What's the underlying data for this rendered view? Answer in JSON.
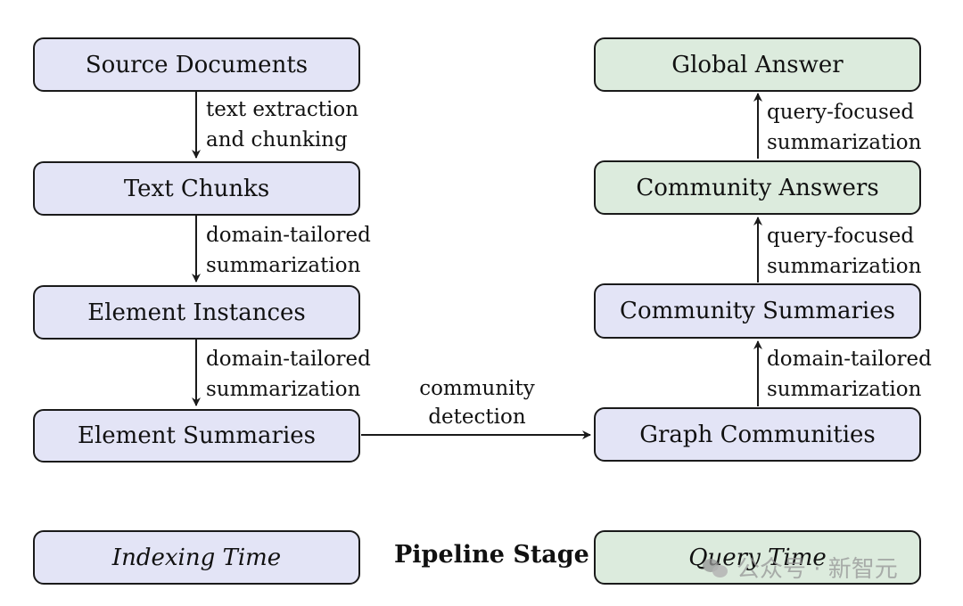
{
  "nodes": {
    "source_documents": "Source Documents",
    "text_chunks": "Text Chunks",
    "element_instances": "Element Instances",
    "element_summaries": "Element Summaries",
    "graph_communities": "Graph Communities",
    "community_summaries": "Community Summaries",
    "community_answers": "Community Answers",
    "global_answer": "Global Answer"
  },
  "edges": {
    "text_extraction": [
      "text extraction",
      "and chunking"
    ],
    "domain_tailored_1": [
      "domain-tailored",
      "summarization"
    ],
    "domain_tailored_2": [
      "domain-tailored",
      "summarization"
    ],
    "community_detection": [
      "community",
      "detection"
    ],
    "domain_tailored_3": [
      "domain-tailored",
      "summarization"
    ],
    "query_focused_1": [
      "query-focused",
      "summarization"
    ],
    "query_focused_2": [
      "query-focused",
      "summarization"
    ]
  },
  "legend": {
    "indexing_time": "Indexing Time",
    "pipeline_stage": "Pipeline Stage",
    "query_time": "Query Time"
  },
  "watermark": "公众号 · 新智元",
  "colors": {
    "indexing_fill": "#e3e4f6",
    "query_fill": "#dcebdd",
    "stroke": "#1a1a1a"
  }
}
